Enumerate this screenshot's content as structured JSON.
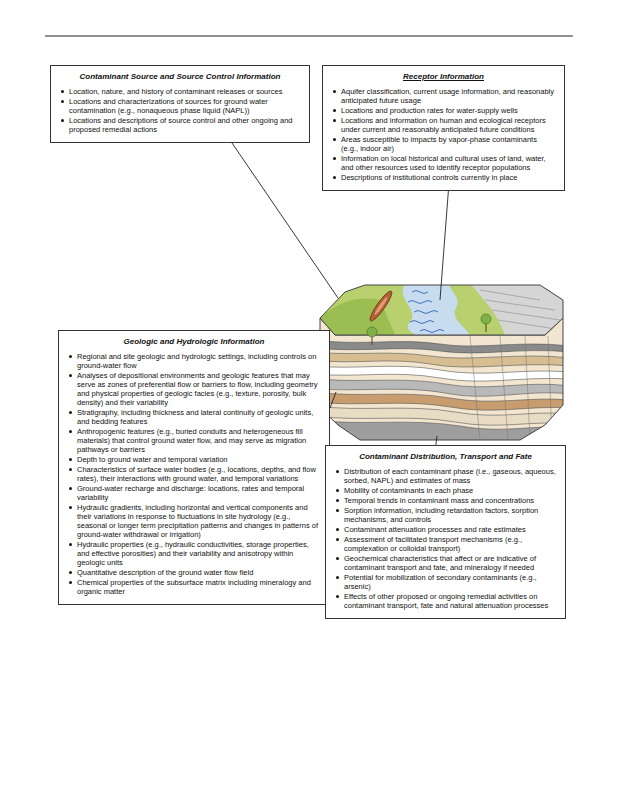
{
  "diagram": {
    "nodes": [
      {
        "text": [
          "Contaminant Source and Source Control Information",
          "Location, nature, and history of contaminant releases or sources",
          "Locations and characterizations of sources for ground water contamination (e.g., nonaqueous phase liquid (NAPL))",
          "Locations and descriptions of source control and other ongoing and proposed remedial actions"
        ]
      },
      {
        "text": [
          "Receptor Information",
          "Aquifer classification, current usage information, and reasonably anticipated future usage",
          "Locations and production rates for water-supply wells",
          "Locations and information on human and ecological receptors under current and reasonably anticipated future conditions",
          "Areas susceptible to impacts by vapor-phase contaminants (e.g., indoor air)",
          "Information on local historical and cultural uses of land, water, and other resources used to identify receptor populations",
          "Descriptions of institutional controls currently in place"
        ]
      },
      {
        "text": [
          "Geologic and Hydrologic Information",
          "Regional and site geologic and hydrologic settings, including controls on ground-water flow",
          "Analyses of depositional environments and geologic features that may serve as zones of preferential flow or barriers to flow, including geometry and physical properties of geologic facies (e.g., texture, porosity, bulk density) and their variability",
          "Stratigraphy, including thickness and lateral continuity of geologic units, and bedding features",
          "Anthropogenic features (e.g., buried conduits and heterogeneous fill materials) that control ground water flow, and may serve as migration pathways or barriers",
          "Depth to ground water and temporal variation",
          "Characteristics of surface water bodies (e.g., locations, depths, and flow rates), their interactions with ground water, and temporal variations",
          "Ground-water recharge and discharge: locations, rates and temporal variability",
          "Hydraulic gradients, including horizontal and vertical components and their variations in response to fluctuations in site hydrology (e.g., seasonal or longer term precipitation patterns and changes in patterns of ground-water withdrawal or irrigation)",
          "Hydraulic properties (e.g., hydraulic conductivities, storage properties, and effective porosities) and their variability and anisotropy within geologic units",
          "Quantitative description of the ground water flow field",
          "Chemical properties of the subsurface matrix including mineralogy and organic matter"
        ]
      },
      {
        "text": [
          "Contaminant Distribution, Transport and Fate",
          "Distribution of each contaminant phase (i.e., gaseous, aqueous, sorbed, NAPL) and estimates of mass",
          "Mobility of contaminants in each phase",
          "Temporal trends in contaminant mass and concentrations",
          "Sorption information, including retardation factors, sorption mechanisms, and controls",
          "Contaminant attenuation processes and rate estimates",
          "Assessment of facilitated transport mechanisms (e.g., complexation or colloidal transport)",
          "Geochemical characteristics that affect or are indicative of contaminant transport and fate, and mineralogy if needed",
          "Potential for mobilization of secondary contaminants (e.g., arsenic)",
          "Effects of other proposed or ongoing remedial activities on contaminant transport, fate and natural attenuation processes"
        ]
      }
    ]
  }
}
